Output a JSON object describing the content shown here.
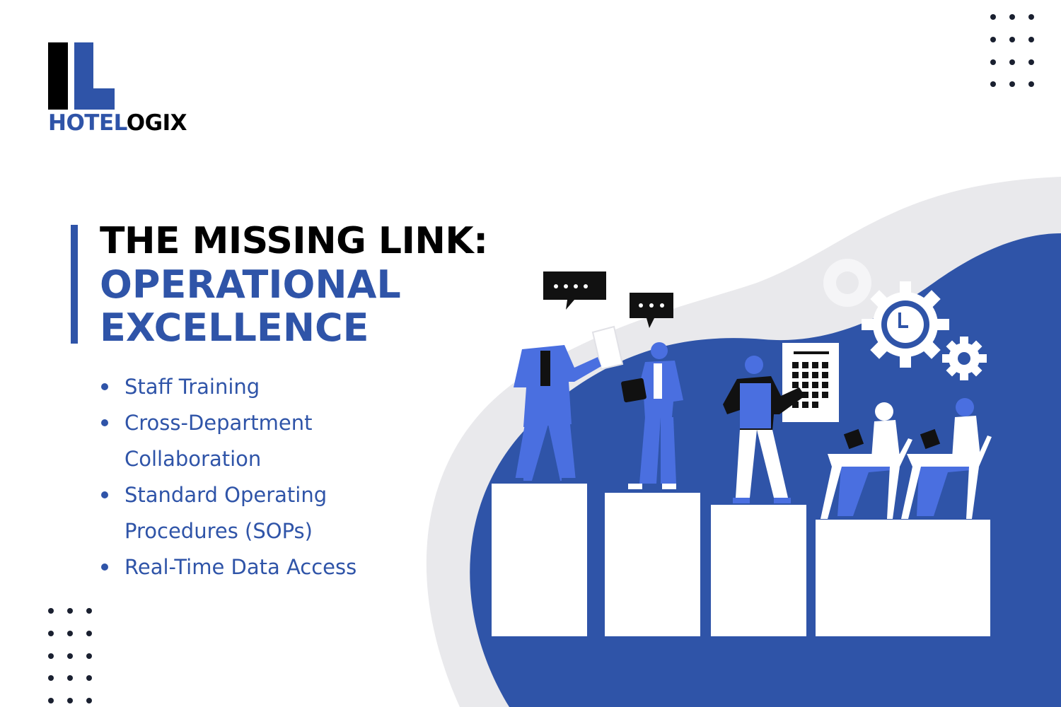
{
  "brand": {
    "logo_hotel": "HOTEL",
    "logo_ogix": "OGIX",
    "blue": "#2f54a8",
    "black": "#000000"
  },
  "heading": {
    "line1": "THE MISSING LINK:",
    "line2": "OPERATIONAL",
    "line3": "EXCELLENCE"
  },
  "bullets": [
    {
      "line1": "Staff Training"
    },
    {
      "line1": "Cross-Department",
      "line2": "Collaboration"
    },
    {
      "line1": "Standard Operating",
      "line2": "Procedures (SOPs)"
    },
    {
      "line1": "Real-Time Data Access"
    }
  ],
  "illustration": {
    "icons": [
      "speech-bubble-icon",
      "clock-gear-icon",
      "gear-icon",
      "calendar-board-icon"
    ]
  }
}
